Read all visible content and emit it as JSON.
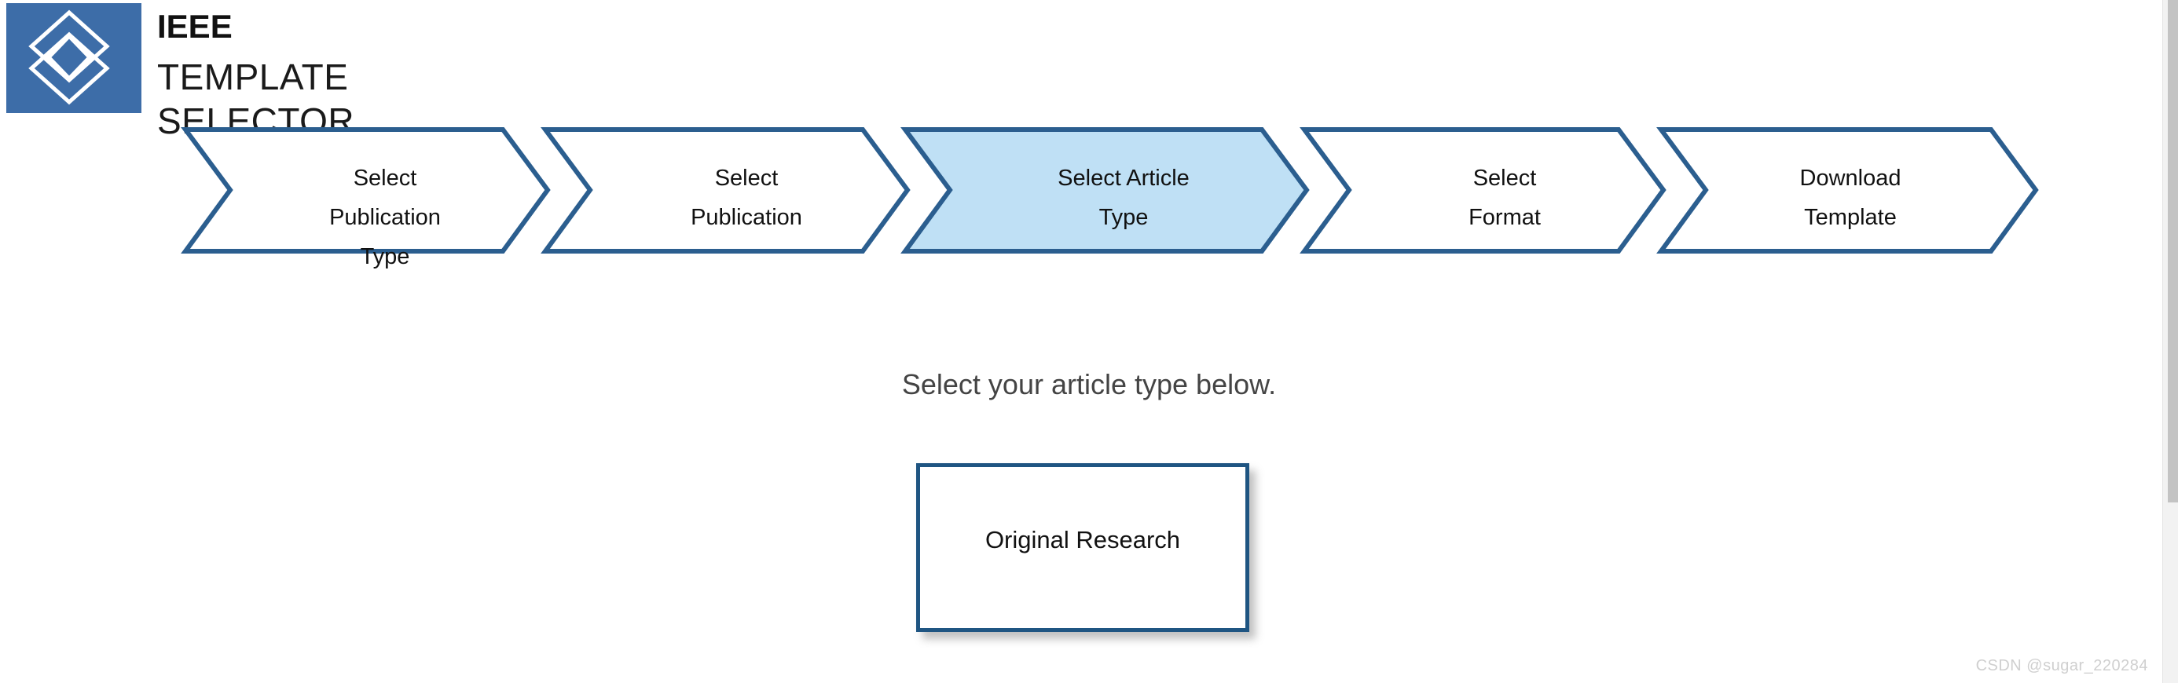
{
  "brand": {
    "title": "IEEE",
    "subtitle": "TEMPLATE SELECTOR",
    "logo_icon": "ieee-diamond-logo",
    "logo_bg": "#3D6DA8",
    "logo_stroke": "#FFFFFF"
  },
  "stepper": {
    "accent": "#2B5E8F",
    "active_fill": "#BFE0F5",
    "inactive_fill": "#FFFFFF",
    "steps": [
      {
        "id": "select-publication-type",
        "label": "Select\nPublication\nType",
        "active": false
      },
      {
        "id": "select-publication",
        "label": "Select\nPublication",
        "active": false
      },
      {
        "id": "select-article-type",
        "label": "Select Article\nType",
        "active": true
      },
      {
        "id": "select-format",
        "label": "Select\nFormat",
        "active": false
      },
      {
        "id": "download-template",
        "label": "Download\nTemplate",
        "active": false
      }
    ]
  },
  "main": {
    "instruction": "Select your article type below.",
    "article_types": [
      {
        "id": "original-research",
        "label": "Original Research"
      }
    ]
  },
  "watermark": "CSDN @sugar_220284",
  "scrollbar": {
    "track_color": "#f2f2f2",
    "thumb_color": "#c3c3c3"
  }
}
